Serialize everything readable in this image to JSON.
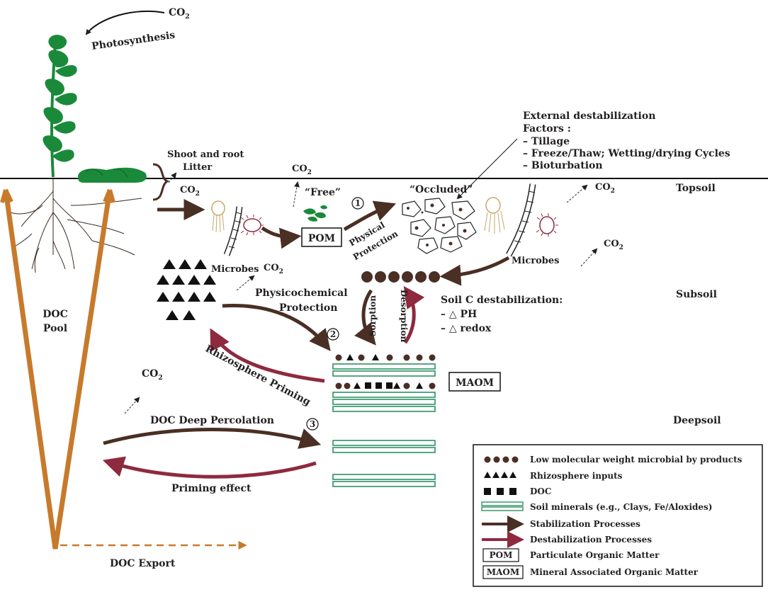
{
  "colors": {
    "dark_brown": "#4a2f24",
    "crimson": "#8e2a3f",
    "orange": "#c77a2b",
    "leaf_green": "#1a8a3a",
    "mineral_green": "#1f8a5a",
    "text": "#231f20"
  },
  "atmosphere": {
    "co2_label": "CO",
    "co2_sub": "2",
    "photosynthesis": "Photosynthesis"
  },
  "plant": {
    "litter_line1": "Shoot and root",
    "litter_line2": "Litter"
  },
  "doc_pool": {
    "line1": "DOC",
    "line2": "Pool",
    "export": "DOC Export"
  },
  "topsoil": {
    "free": "“Free”",
    "occluded": "“Occluded”",
    "pom_box": "POM",
    "physical_protection_1": "Physical",
    "physical_protection_2": "Protection",
    "microbes": "Microbes",
    "step1": "1"
  },
  "external_factors": {
    "title1": "External destabilization",
    "title2": "Factors :",
    "items": [
      "– Tillage",
      "– Freeze/Thaw; Wetting/drying Cycles",
      "– Bioturbation"
    ]
  },
  "layers": {
    "topsoil": "Topsoil",
    "subsoil": "Subsoil",
    "deepsoil": "Deepsoil"
  },
  "subsoil": {
    "physicochemical_1": "Physicochemical",
    "physicochemical_2": "Protection",
    "rhizosphere_priming": "Rhizosphere Priming",
    "sorption": "Sorption",
    "desorption": "Desorption",
    "step2": "2",
    "soil_c_destab_title": "Soil C destabilization:",
    "soil_c_destab_items": [
      "– △ PH",
      "– △ redox"
    ],
    "maom_box": "MAOM"
  },
  "deepsoil": {
    "doc_deep_percolation": "DOC Deep Percolation",
    "priming_effect": "Priming effect",
    "step3": "3"
  },
  "legend": {
    "items": [
      {
        "icon": "dots-icon",
        "label": "Low molecular weight microbial by products"
      },
      {
        "icon": "triangles-icon",
        "label": "Rhizosphere inputs"
      },
      {
        "icon": "squares-icon",
        "label": "DOC"
      },
      {
        "icon": "mineral-layers-icon",
        "label": "Soil minerals (e.g., Clays, Fe/Aloxides)"
      },
      {
        "icon": "stabilization-arrow-icon",
        "label": "Stabilization Processes"
      },
      {
        "icon": "destabilization-arrow-icon",
        "label": "Destabilization Processes"
      },
      {
        "icon": "pom-box-icon",
        "box": "POM",
        "label": "Particulate Organic Matter"
      },
      {
        "icon": "maom-box-icon",
        "box": "MAOM",
        "label": "Mineral Associated Organic Matter"
      }
    ]
  }
}
